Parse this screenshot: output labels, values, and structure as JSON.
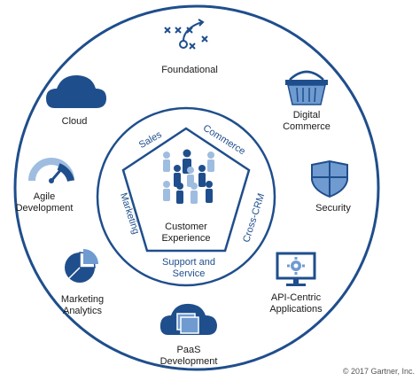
{
  "outer_items": {
    "foundational": "Foundational",
    "digital_commerce_1": "Digital",
    "digital_commerce_2": "Commerce",
    "security": "Security",
    "api_1": "API-Centric",
    "api_2": "Applications",
    "paas_1": "PaaS",
    "paas_2": "Development",
    "marketing_analytics_1": "Marketing",
    "marketing_analytics_2": "Analytics",
    "agile_1": "Agile",
    "agile_2": "Development",
    "cloud": "Cloud"
  },
  "inner_ring": {
    "sales": "Sales",
    "commerce": "Commerce",
    "cross_crm": "Cross-CRM",
    "support_1": "Support and",
    "support_2": "Service",
    "marketing": "Marketing"
  },
  "center": {
    "line1": "Customer",
    "line2": "Experience"
  },
  "copyright": "© 2017 Gartner, Inc.",
  "colors": {
    "primary_blue": "#1f4e8c",
    "light_blue": "#6f9bd1",
    "pale_blue": "#9fbde0",
    "ring_stroke": "#1f4e8c"
  }
}
